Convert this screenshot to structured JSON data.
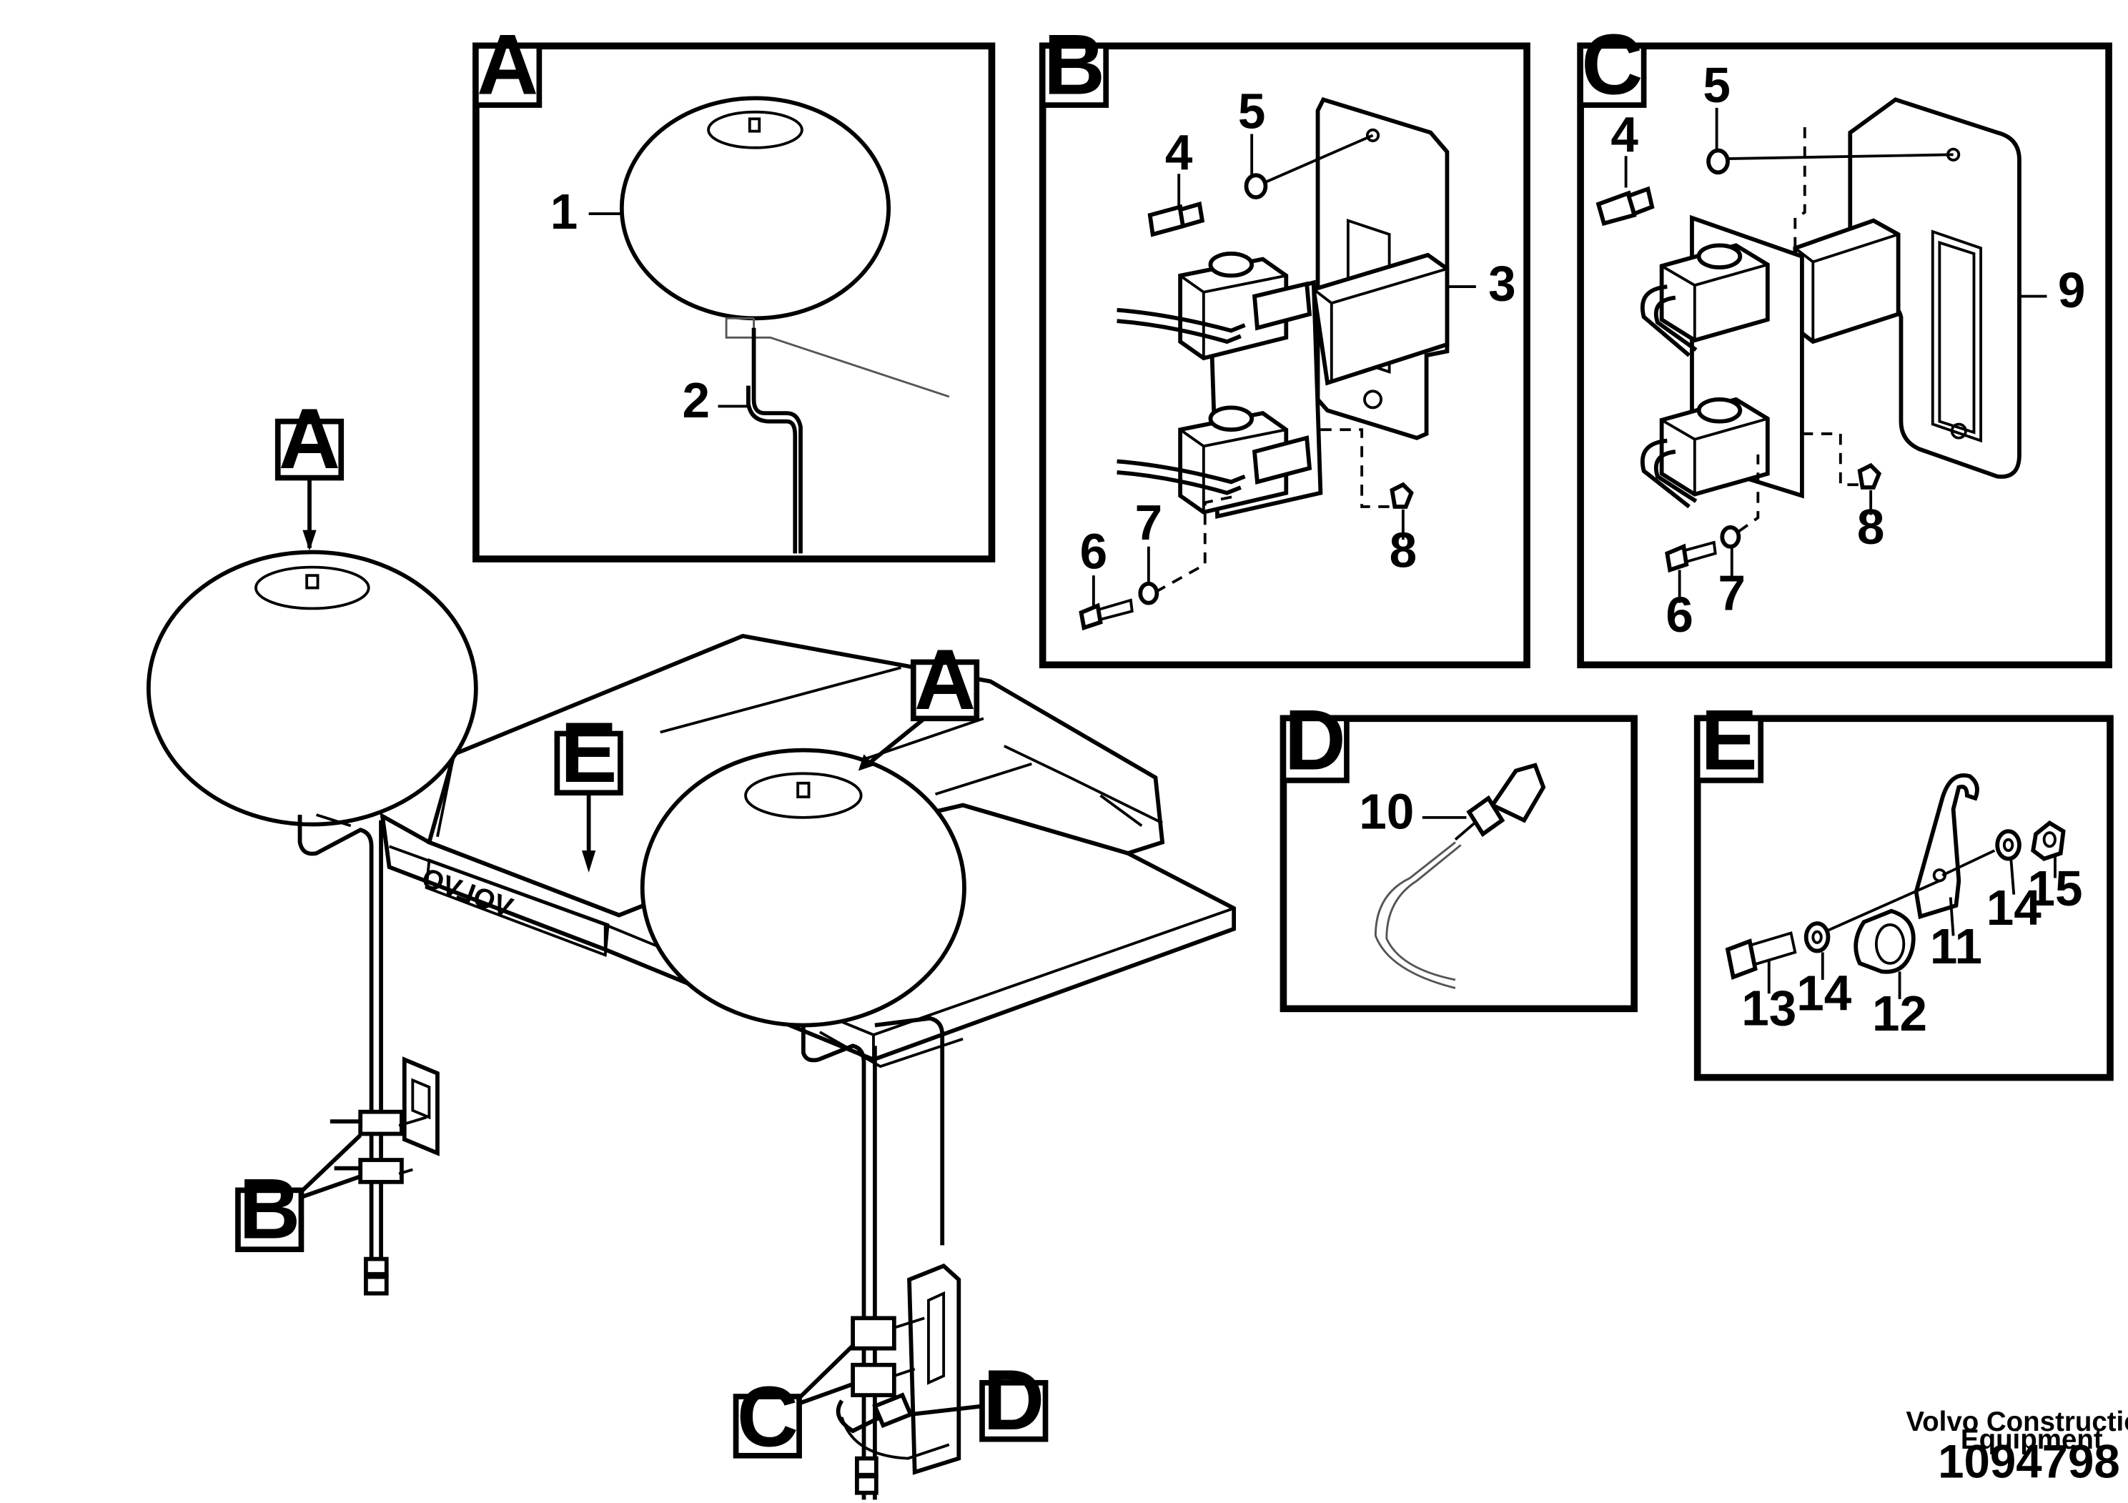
{
  "labels": {
    "A": "A",
    "B": "B",
    "C": "C",
    "D": "D",
    "E": "E"
  },
  "brand_plate": "VOLVO",
  "numbers": {
    "n1": "1",
    "n2": "2",
    "n3": "3",
    "n4": "4",
    "n5": "5",
    "n6": "6",
    "n7": "7",
    "n8": "8",
    "n9": "9",
    "n10": "10",
    "n11": "11",
    "n12": "12",
    "n13": "13",
    "n14": "14",
    "n15": "15"
  },
  "credit": {
    "line1": "Volvo Construction",
    "line2": "Equipment",
    "part_number": "1094798"
  }
}
